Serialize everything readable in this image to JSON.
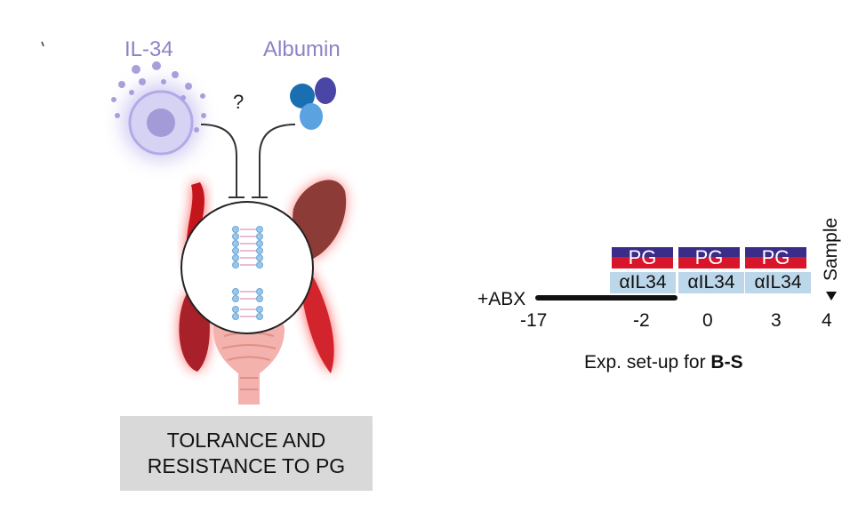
{
  "left_panel": {
    "il34_label": "IL-34",
    "albumin_label": "Albumin",
    "question_mark": "?",
    "caption_line1": "TOLRANCE AND",
    "caption_line2": "RESISTANCE TO PG"
  },
  "timeline": {
    "abx_label": "+ABX",
    "pg_label": "PG",
    "anti_il34_label": "αIL34",
    "ticks": [
      "-17",
      "-2",
      "0",
      "3",
      "4"
    ],
    "sample_label": "Sample",
    "setup_caption_prefix": "Exp. set-up for ",
    "setup_caption_bold": "B-S"
  },
  "colors": {
    "label_purple": "#8a84c4",
    "pg_blue": "#3a2d8a",
    "pg_red": "#d8152a",
    "il34_box_blue": "#bcd6ea",
    "caption_grey": "#d9d9d9"
  },
  "icons": [
    "macrophage-cell-icon",
    "albumin-protein-icon",
    "inhibition-arrow-icon",
    "gut-organ-icon",
    "dna-microbiome-icon",
    "brain-icon"
  ]
}
